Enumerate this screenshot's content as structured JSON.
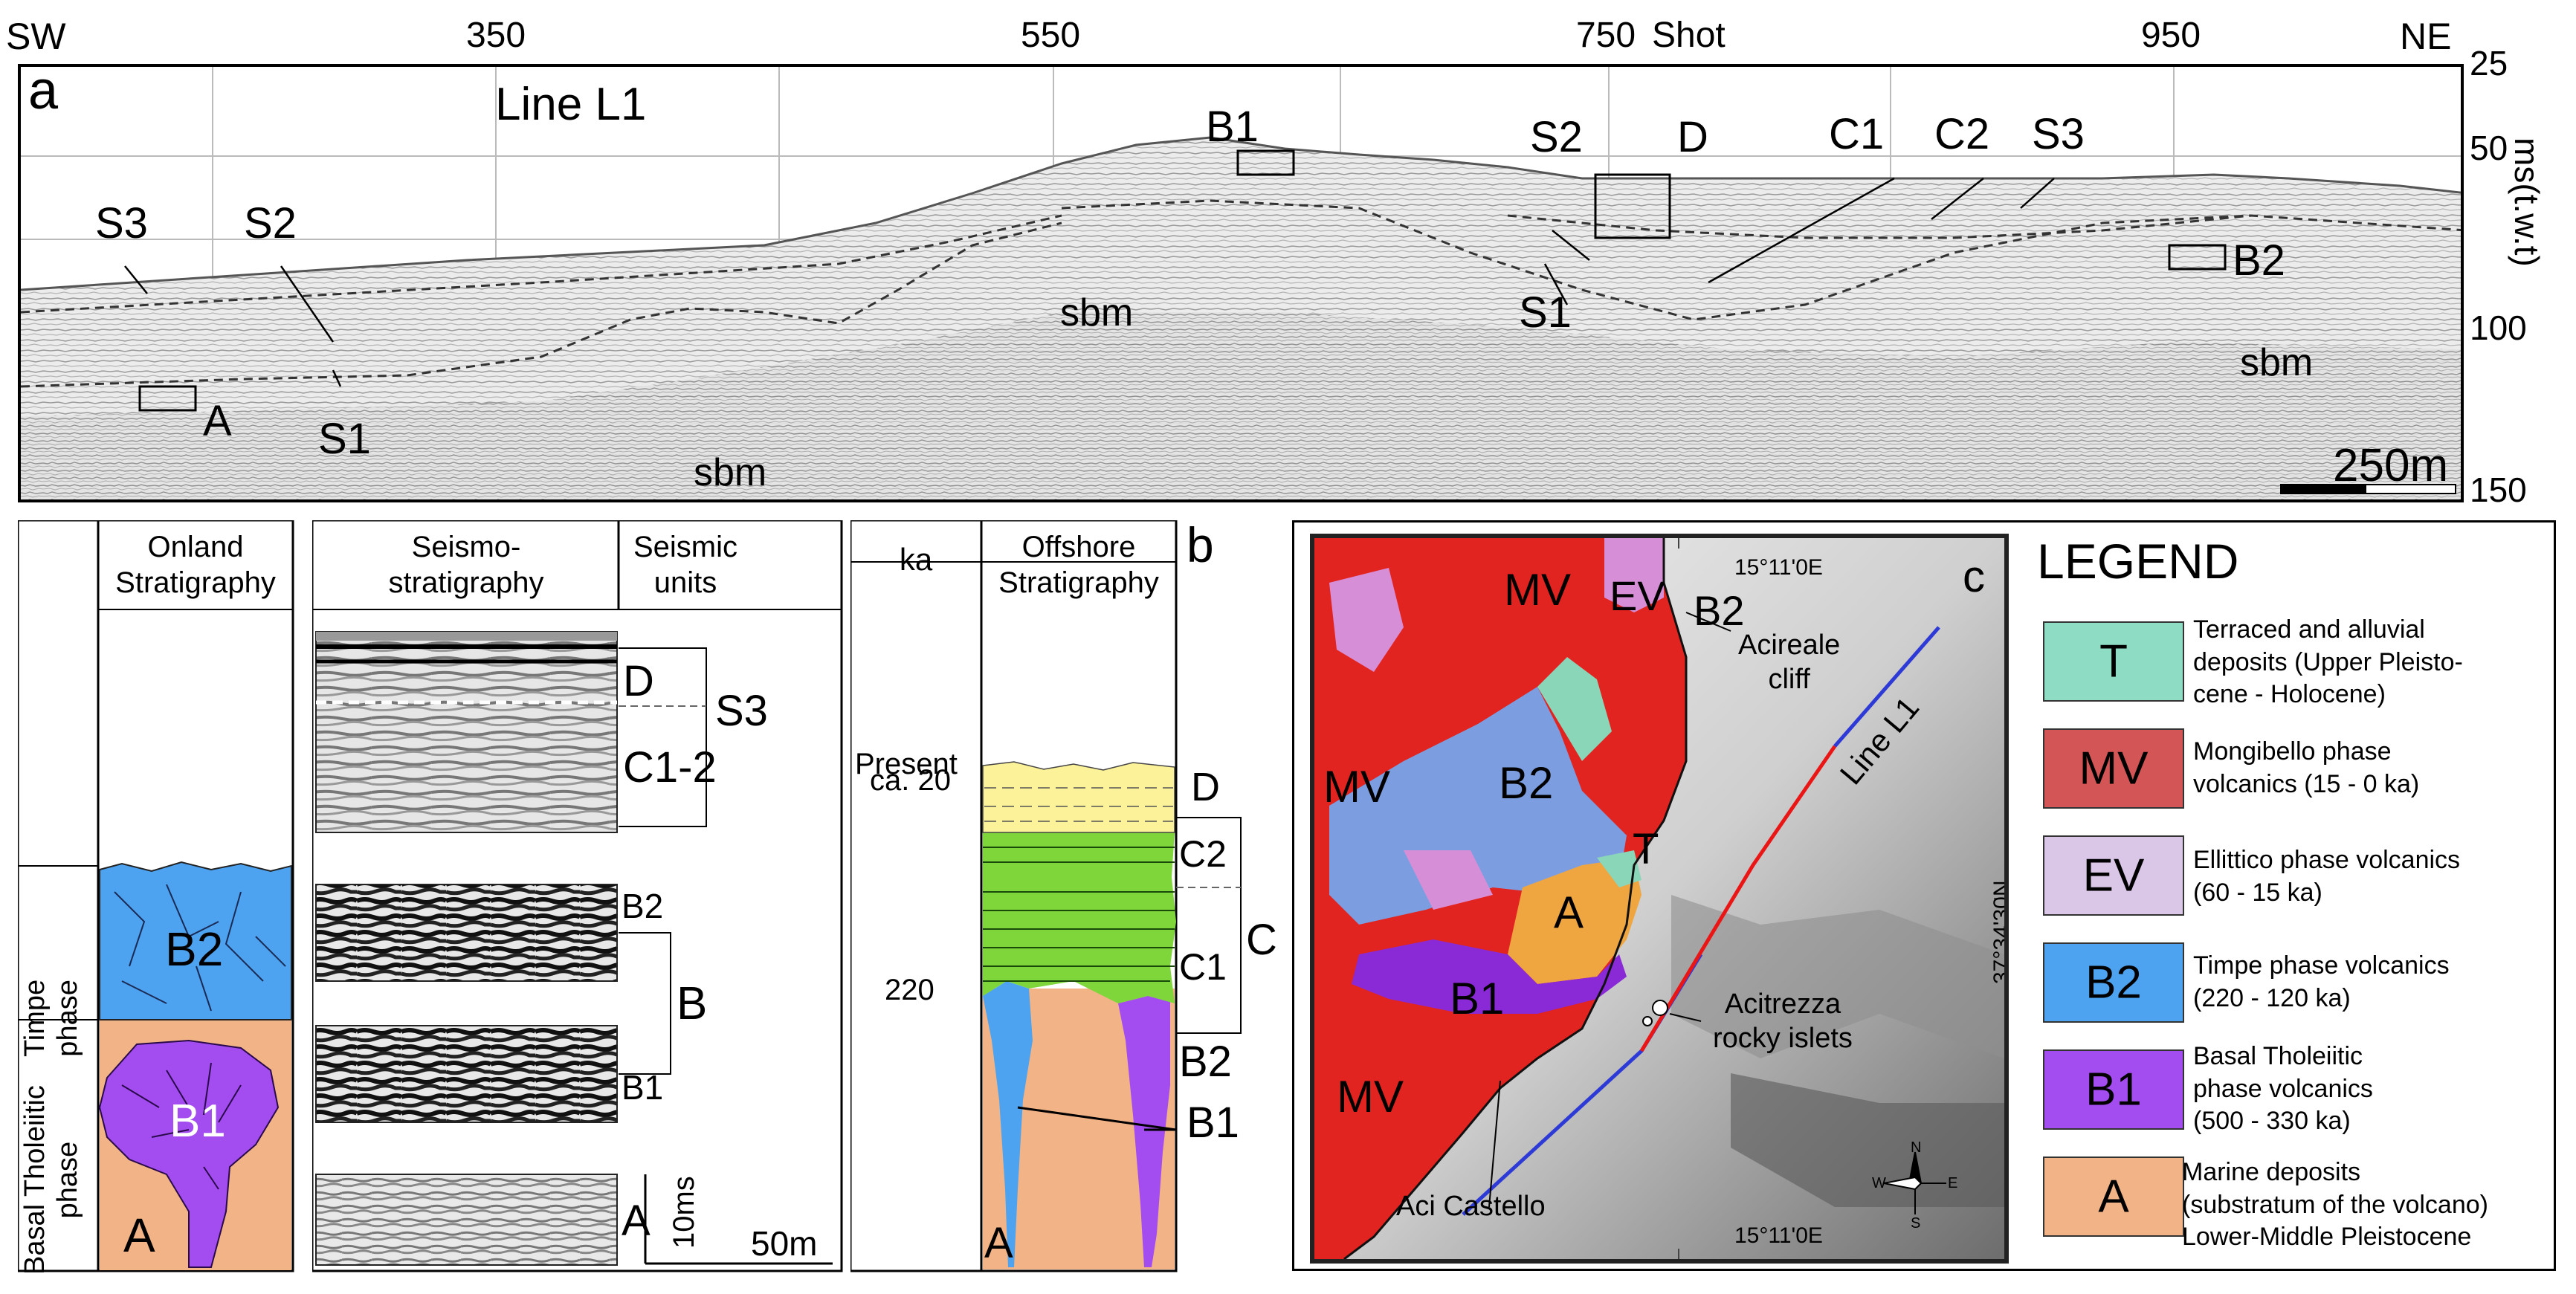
{
  "panel_a": {
    "panel_letter": "a",
    "line_title": "Line L1",
    "direction_left": "SW",
    "direction_right": "NE",
    "shot_ticks": [
      "350",
      "550",
      "750",
      "950"
    ],
    "shot_axis_label": "Shot",
    "depth_ticks": [
      "25",
      "50",
      "100",
      "150"
    ],
    "depth_axis_label": "ms(t.w.t)",
    "scale_bar_label": "250m",
    "labels": {
      "s3_left": "S3",
      "s2_left": "S2",
      "s1_left": "S1",
      "a_box": "A",
      "sbm_bottom": "sbm",
      "sbm_middle": "sbm",
      "sbm_right": "sbm",
      "b1_box": "B1",
      "s2_mid": "S2",
      "d_box": "D",
      "c1": "C1",
      "c2": "C2",
      "s3_right": "S3",
      "s1_mid": "S1",
      "b2_box": "B2"
    }
  },
  "onland_column": {
    "header": "Onland\nStratigraphy",
    "phase_timpe": "Timpe\nphase",
    "phase_basal": "Basal Tholeiitic\nphase",
    "unit_b2": "B2",
    "unit_b1": "B1",
    "unit_a": "A"
  },
  "seismo_column": {
    "header_left": "Seismo-\nstratigraphy",
    "header_right": "Seismic\nunits",
    "label_d": "D",
    "label_s3": "S3",
    "label_c12": "C1-2",
    "label_b2": "B2",
    "label_b": "B",
    "label_b1": "B1",
    "label_a": "A",
    "scale_vertical": "10ms",
    "scale_horizontal": "50m"
  },
  "offshore_column": {
    "header_ka": "ka",
    "header_strat": "Offshore\nStratigraphy",
    "panel_letter": "b",
    "age_present": "Present",
    "age_20": "ca. 20",
    "age_220": "220",
    "label_d": "D",
    "label_c2": "C2",
    "label_c1": "C1",
    "label_c": "C",
    "label_b2": "B2",
    "label_b1": "B1",
    "label_a": "A"
  },
  "map": {
    "panel_letter": "c",
    "top_longitude": "15°11'0E",
    "bottom_longitude": "15°11'0E",
    "latitude": "37°34'30N",
    "line_label": "Line L1",
    "place_acireale": "Acireale\ncliff",
    "place_acitrezza": "Acitrezza\nrocky islets",
    "place_aci_castello": "Aci Castello",
    "compass": {
      "n": "N",
      "s": "S",
      "e": "E",
      "w": "W"
    },
    "unit_labels": {
      "mv_top": "MV",
      "ev": "EV",
      "b2_top": "B2",
      "mv_left": "MV",
      "b2_center": "B2",
      "t": "T",
      "a": "A",
      "b1": "B1",
      "mv_bottom": "MV"
    }
  },
  "legend": {
    "title": "LEGEND",
    "items": [
      {
        "code": "T",
        "color": "#8fdcc4",
        "description": "Terraced and alluvial\ndeposits (Upper Pleisto-\ncene - Holocene)"
      },
      {
        "code": "MV",
        "color": "#d45555",
        "description": "Mongibello phase\nvolcanics (15 - 0 ka)"
      },
      {
        "code": "EV",
        "color": "#dac6e6",
        "description": "Ellittico phase volcanics\n(60 - 15 ka)"
      },
      {
        "code": "B2",
        "color": "#4da3f0",
        "description": "Timpe phase volcanics\n(220 - 120 ka)"
      },
      {
        "code": "B1",
        "color": "#a34df0",
        "description": "Basal Tholeiitic\nphase volcanics\n(500 - 330 ka)"
      },
      {
        "code": "A",
        "color": "#f2b487",
        "description": "Marine deposits\n(substratum of the volcano)\nLower-Middle Pleistocene"
      }
    ]
  },
  "colors": {
    "sea_red": "#e1241f",
    "line_blue": "#2d3ad6",
    "line_red": "#ea1616",
    "yellow_unit": "#fbf29a",
    "green_unit": "#7fd63a",
    "blue_unit": "#4da3f0",
    "purple_unit": "#a34df0",
    "orange_unit": "#f2b487"
  }
}
